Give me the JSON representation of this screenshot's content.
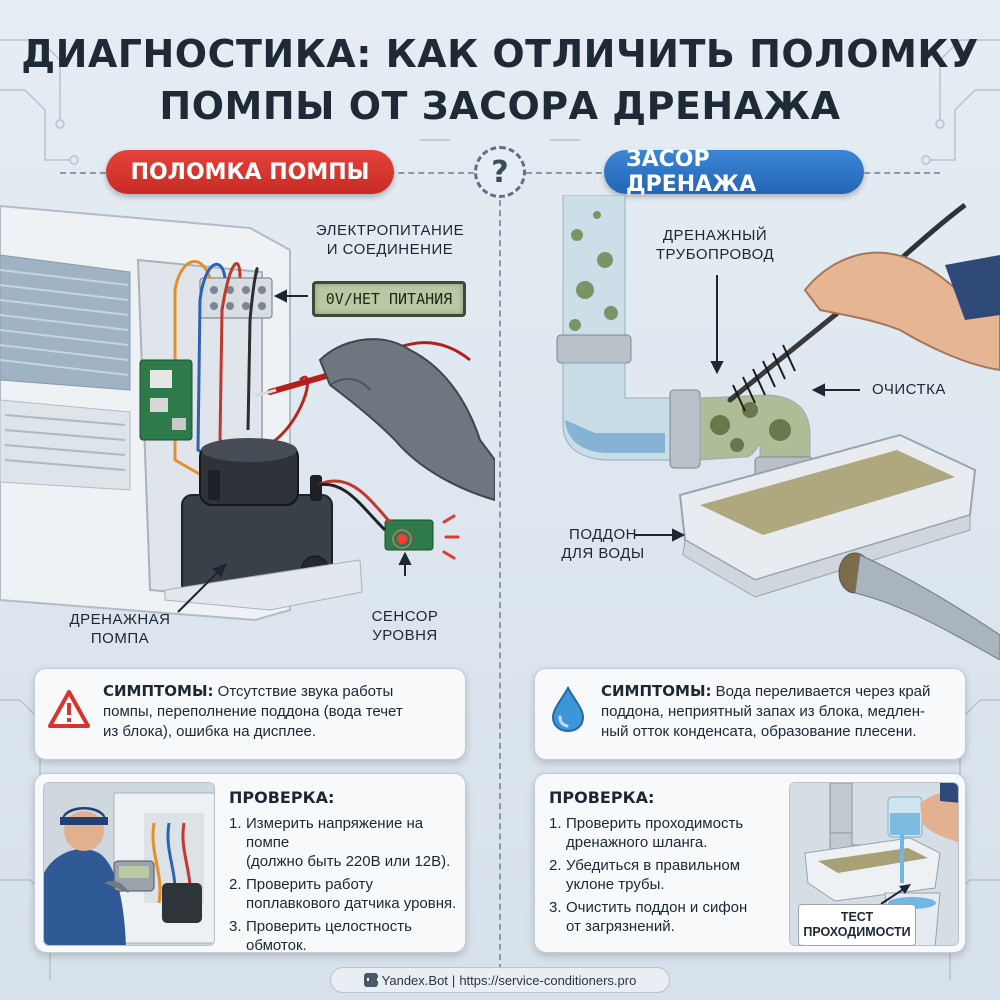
{
  "title": {
    "line1": "ДИАГНОСТИКА: КАК ОТЛИЧИТЬ ПОЛОМКУ",
    "line2": "ПОМПЫ ОТ ЗАСОРА ДРЕНАЖА"
  },
  "center_symbol": "?",
  "left": {
    "header": "ПОЛОМКА ПОМПЫ",
    "labels": {
      "power": [
        "ЭЛЕКТРОПИТАНИЕ",
        "И СОЕДИНЕНИЕ"
      ],
      "display": "0V/НЕТ ПИТАНИЯ",
      "pump": [
        "ДРЕНАЖНАЯ",
        "ПОМПА"
      ],
      "sensor": [
        "СЕНСОР",
        "УРОВНЯ"
      ]
    },
    "symptoms": {
      "icon": "warning-triangle-icon",
      "heading": "СИМПТОМЫ:",
      "line1": "Отсутствие звука работы",
      "line2": "помпы, переполнение поддона (вода течет",
      "line3": "из блока), ошибка на дисплее."
    },
    "check": {
      "heading": "ПРОВЕРКА:",
      "items": [
        {
          "num": "1.",
          "lines": [
            "Измерить напряжение на помпе",
            "(должно быть 220В или 12В)."
          ]
        },
        {
          "num": "2.",
          "lines": [
            "Проверить работу",
            "поплавкового датчика уровня."
          ]
        },
        {
          "num": "3.",
          "lines": [
            "Проверить целостность",
            "обмоток."
          ]
        }
      ]
    }
  },
  "right": {
    "header": "ЗАСОР ДРЕНАЖА",
    "labels": {
      "pipe": [
        "ДРЕНАЖНЫЙ",
        "ТРУБОПРОВОД"
      ],
      "cleaning": "ОЧИСТКА",
      "tray": [
        "ПОДДОН",
        "ДЛЯ ВОДЫ"
      ]
    },
    "symptoms": {
      "icon": "water-drop-icon",
      "heading": "СИМПТОМЫ:",
      "line1": "Вода переливается через край",
      "line2": "поддона, неприятный запах из блока, медлен-",
      "line3": "ный отток конденсата, образование плесени."
    },
    "check": {
      "heading": "ПРОВЕРКА:",
      "items": [
        {
          "num": "1.",
          "lines": [
            "Проверить проходимость",
            "дренажного шланга."
          ]
        },
        {
          "num": "2.",
          "lines": [
            "Убедиться в правильном",
            "уклоне трубы."
          ]
        },
        {
          "num": "3.",
          "lines": [
            "Очистить поддон и сифон",
            "от загрязнений."
          ]
        }
      ]
    },
    "test_tag": [
      "ТЕСТ",
      "ПРОХОДИМОСТИ"
    ]
  },
  "footer": {
    "brand": "Yandex.Bot",
    "separator": "|",
    "url": "https://service-conditioners.pro"
  },
  "colors": {
    "red_accent": "#d9342d",
    "blue_accent": "#2f78c8",
    "background": "#e0e8f0"
  }
}
